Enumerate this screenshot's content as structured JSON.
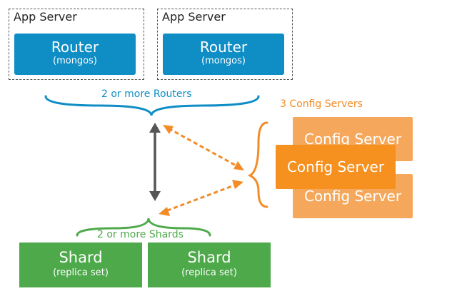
{
  "colors": {
    "router": "#0f8dc5",
    "router_brace": "#0f8dc5",
    "config_back": "#f5a85b",
    "config_front": "#f6901e",
    "config_accent": "#f28c28",
    "shard": "#4ea94b",
    "shard_brace": "#4ea94b",
    "main_arrow": "#555555"
  },
  "app_servers": [
    {
      "label": "App Server",
      "router_title": "Router",
      "router_subtitle": "(mongos)"
    },
    {
      "label": "App Server",
      "router_title": "Router",
      "router_subtitle": "(mongos)"
    }
  ],
  "routers_caption": "2 or more Routers",
  "config_caption": "3 Config Servers",
  "config_servers": [
    {
      "label": "Config Server"
    },
    {
      "label": "Config Server"
    },
    {
      "label": "Config Server"
    }
  ],
  "shards_caption": "2 or more Shards",
  "shards": [
    {
      "title": "Shard",
      "subtitle": "(replica set)"
    },
    {
      "title": "Shard",
      "subtitle": "(replica set)"
    }
  ],
  "icons": {
    "router_brace": "curly-brace-icon",
    "config_brace": "curly-brace-icon",
    "shard_brace": "curly-brace-icon",
    "arrow": "double-arrow-icon"
  }
}
